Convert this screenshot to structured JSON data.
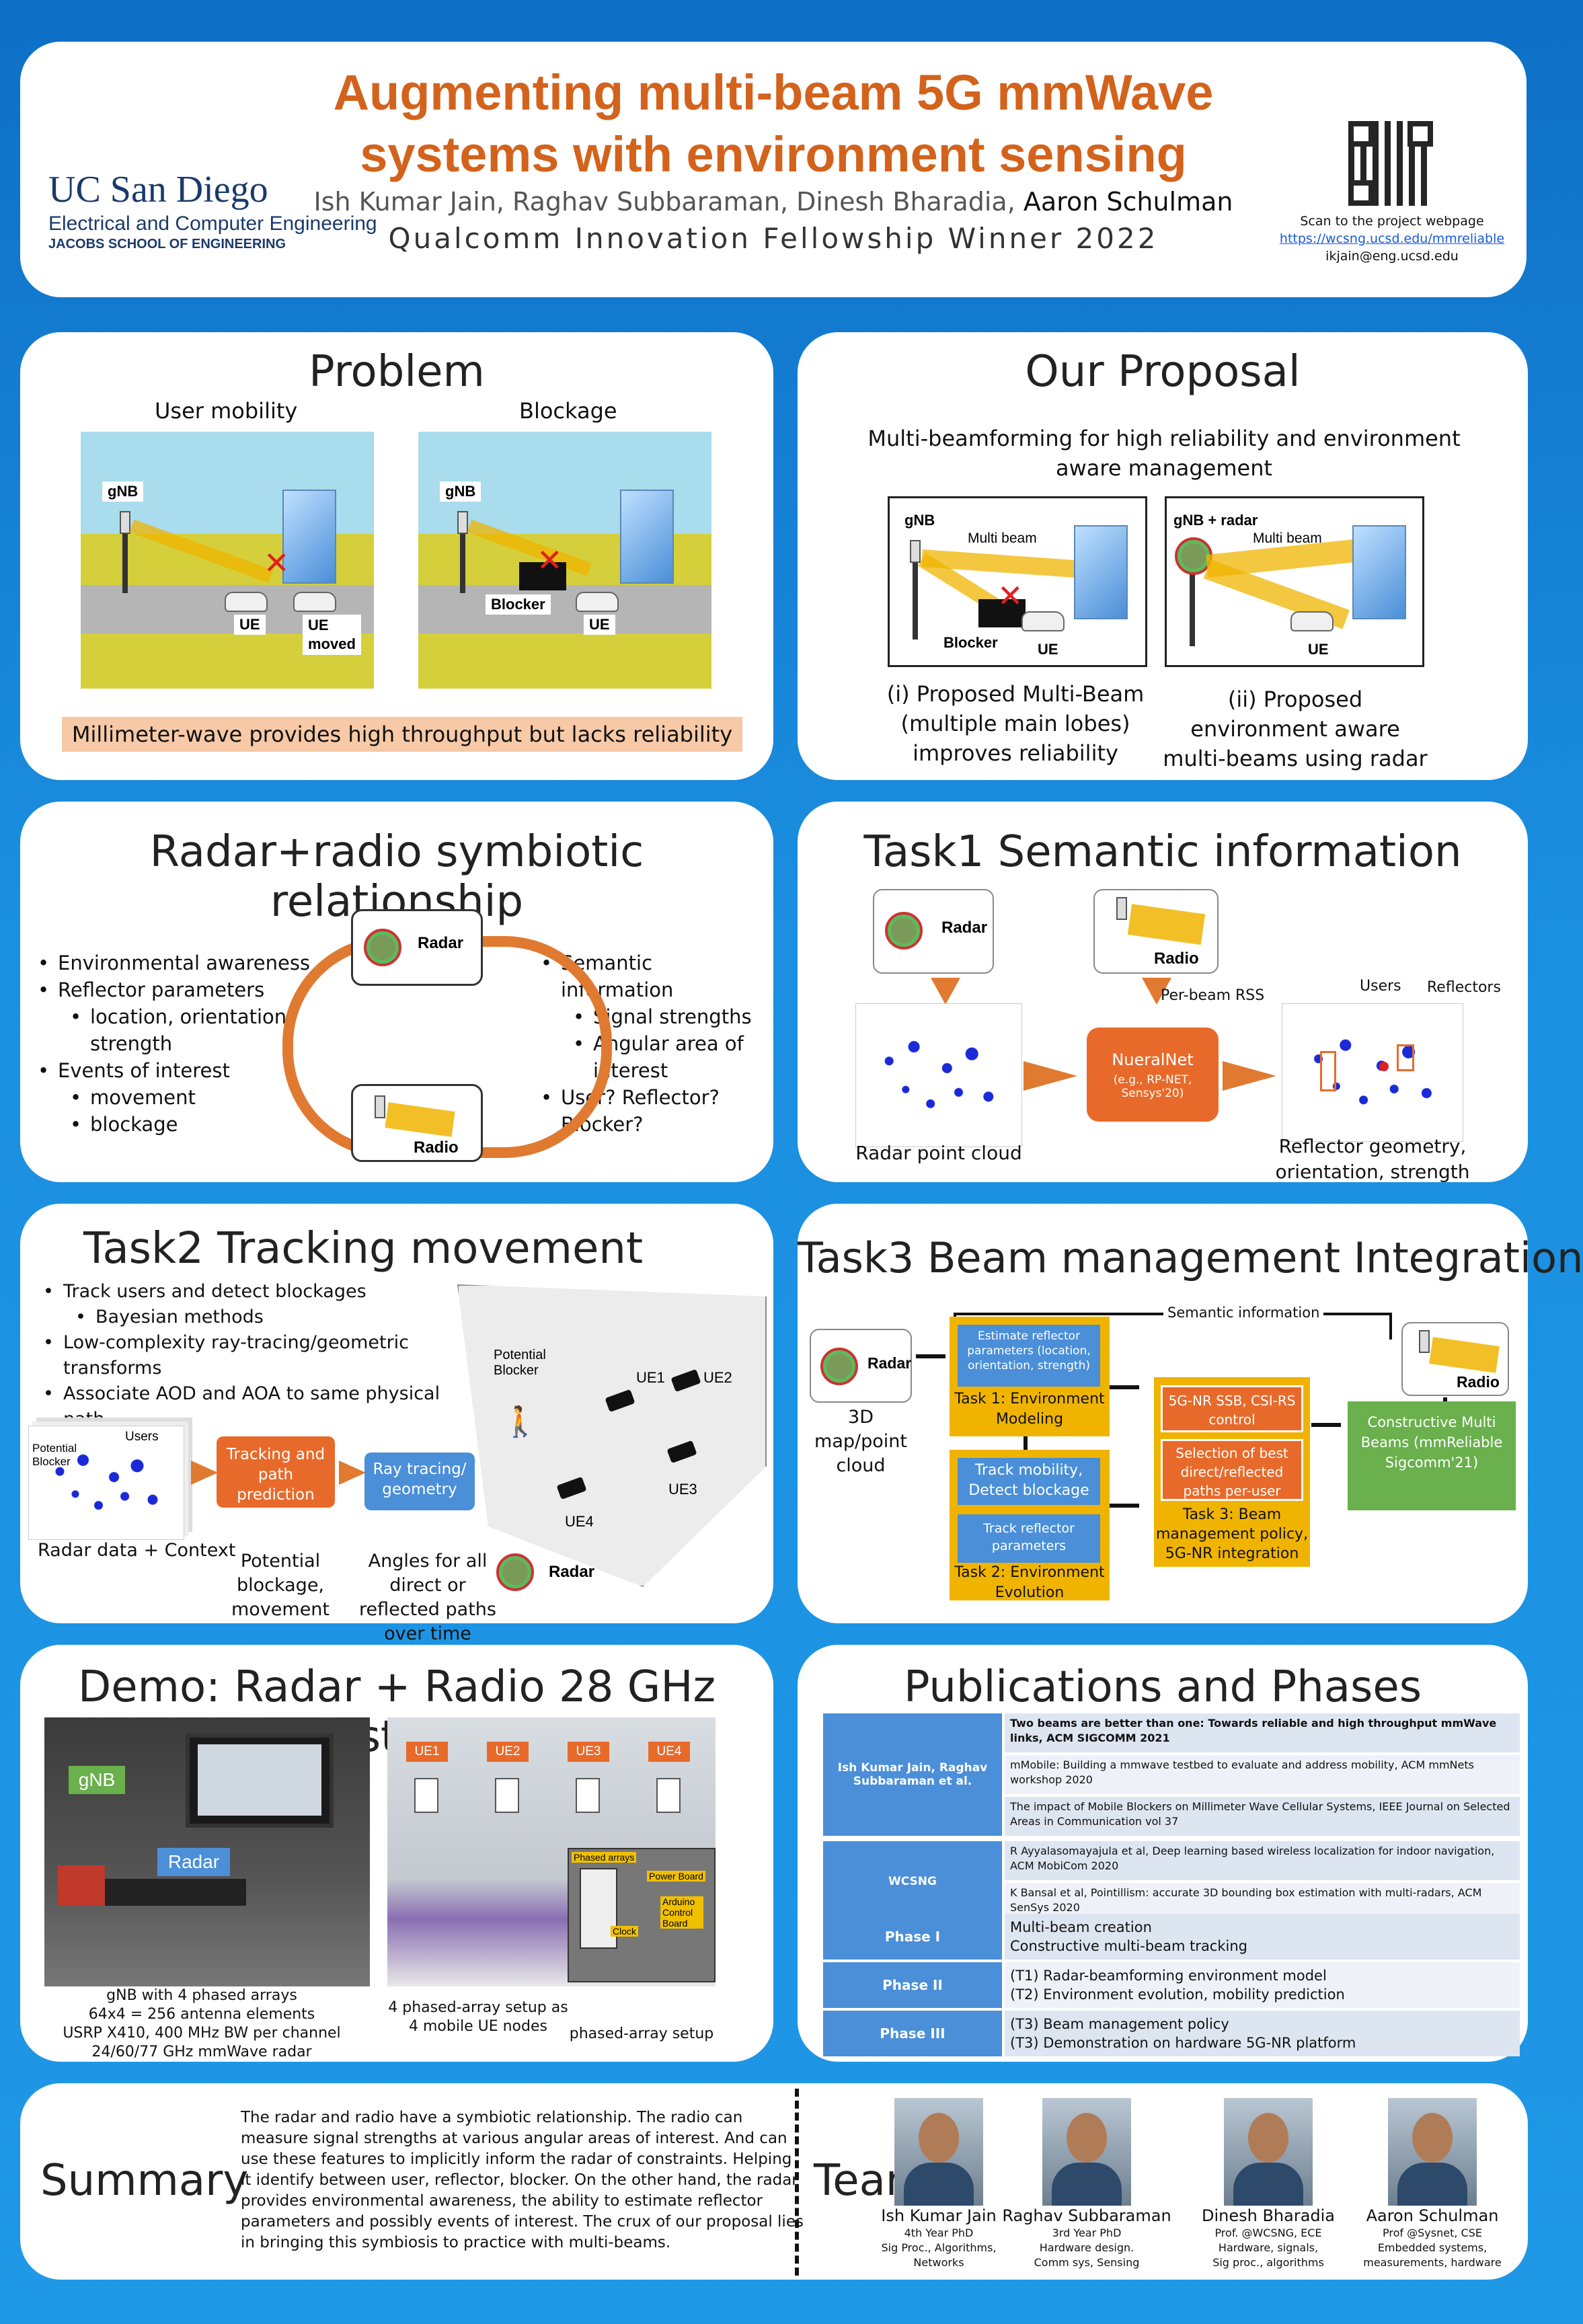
{
  "header": {
    "title_line1": "Augmenting multi-beam 5G mmWave",
    "title_line2": "systems with environment sensing",
    "authors_part": "Ish Kumar Jain, Raghav Subbaraman, Dinesh Bharadia,",
    "authors_last": "Aaron Schulman",
    "fellowship": "Qualcomm Innovation Fellowship Winner 2022",
    "logo_main": "UC San Diego",
    "logo_dept": "Electrical and Computer Engineering",
    "logo_school": "JACOBS SCHOOL OF ENGINEERING",
    "qr_caption": "Scan to the project webpage",
    "qr_url": "https://wcsng.ucsd.edu/mmreliable",
    "qr_email": "ikjain@eng.ucsd.edu"
  },
  "problem": {
    "title": "Problem",
    "left_caption": "User mobility",
    "right_caption": "Blockage",
    "gnb_label": "gNB",
    "ue_label": "UE",
    "ue_moved_label": "UE\nmoved",
    "blocker_label": "Blocker",
    "note": "Millimeter-wave provides high throughput but lacks reliability"
  },
  "proposal": {
    "title": "Our Proposal",
    "subtitle": "Multi-beamforming for high reliability and environment aware management",
    "gnb_label": "gNB",
    "gnb_radar_label": "gNB + radar",
    "multibeam_label": "Multi beam",
    "blocker_label": "Blocker",
    "ue_label": "UE",
    "caption_left": "(i) Proposed Multi-Beam (multiple main lobes) improves reliability",
    "caption_right": "(ii) Proposed environment aware multi-beams using radar"
  },
  "symbiotic": {
    "title": "Radar+radio symbiotic relationship",
    "left_items": [
      {
        "text": "Environmental awareness",
        "sub": false
      },
      {
        "text": "Reflector parameters",
        "sub": false
      },
      {
        "text": "location, orientation, strength",
        "sub": true
      },
      {
        "text": "Events of interest",
        "sub": false
      },
      {
        "text": "movement",
        "sub": true
      },
      {
        "text": "blockage",
        "sub": true
      }
    ],
    "right_items": [
      {
        "text": "Semantic information",
        "sub": false
      },
      {
        "text": "Signal strengths",
        "sub": true
      },
      {
        "text": "Angular area of interest",
        "sub": true
      },
      {
        "text": "User? Reflector? Blocker?",
        "sub": false
      }
    ],
    "radar_label": "Radar",
    "radio_label": "Radio"
  },
  "task1": {
    "title": "Task1 Semantic information",
    "radar_label": "Radar",
    "radio_label": "Radio",
    "rss_label": "Per-beam RSS",
    "nn_title": "NueralNet",
    "nn_sub": "(e.g., RP-NET, Sensys'20)",
    "users_label": "Users",
    "reflectors_label": "Reflectors",
    "cloud_caption": "Radar point cloud",
    "output_caption": "Reflector geometry, orientation, strength"
  },
  "task2": {
    "title": "Task2 Tracking movement",
    "bullets": [
      {
        "text": "Track users and detect blockages",
        "sub": false
      },
      {
        "text": "Bayesian methods",
        "sub": true
      },
      {
        "text": "Low-complexity ray-tracing/geometric transforms",
        "sub": false
      },
      {
        "text": "Associate AOD and AOA to same physical path",
        "sub": false
      }
    ],
    "potential_blocker": "Potential Blocker",
    "users_label": "Users",
    "radar_context": "Radar data + Context",
    "tracking_box": "Tracking and path prediction",
    "raytracing_box": "Ray tracing/ geometry",
    "pred_caption": "Potential blockage, movement",
    "angles_caption": "Angles for all direct or reflected paths over time",
    "ue1": "UE1",
    "ue2": "UE2",
    "ue3": "UE3",
    "ue4": "UE4",
    "radar_label": "Radar"
  },
  "task3": {
    "title": "Task3 Beam management Integration",
    "semantic_label": "Semantic information",
    "radar_label": "Radar",
    "map_caption": "3D map/point cloud",
    "est_box": "Estimate reflector parameters (location, orientation, strength)",
    "env_model": "Task 1: Environment Modeling",
    "track_box": "Track mobility, Detect blockage",
    "track_refl": "Track reflector parameters",
    "env_evol": "Task 2: Environment Evolution",
    "ssb_box": "5G-NR SSB, CSI-RS control",
    "select_box": "Selection of best direct/reflected paths per-user",
    "task3_label": "Task 3: Beam management policy, 5G-NR integration",
    "radio_label": "Radio",
    "cmb_box": "Constructive Multi Beams (mmReliable Sigcomm'21)"
  },
  "demo": {
    "title": "Demo: Radar + Radio 28 GHz testbed",
    "gnb_label": "gNB",
    "radar_label": "Radar",
    "ue1": "UE1",
    "ue2": "UE2",
    "ue3": "UE3",
    "ue4": "UE4",
    "phased_arrays": "Phased arrays",
    "power_board": "Power Board",
    "arduino": "Arduino Control Board",
    "clock": "Clock",
    "left_caption_1": "gNB with 4 phased arrays",
    "left_caption_2": "64x4 = 256 antenna elements",
    "left_caption_3": "USRP X410, 400 MHz BW per channel",
    "left_caption_4": "24/60/77 GHz mmWave radar",
    "mid_caption": "4 phased-array setup as 4 mobile UE nodes",
    "right_caption": "phased-array setup"
  },
  "publications": {
    "title": "Publications and Phases",
    "groups": [
      {
        "author": "Ish Kumar Jain, Raghav Subbaraman et al.",
        "items": [
          {
            "text": "Two beams are better than one: Towards reliable and high throughput mmWave links, ACM SIGCOMM 2021",
            "bold": true
          },
          {
            "text": "mMobile: Building a mmwave testbed to evaluate and address mobility, ACM mmNets workshop 2020",
            "bold": false
          },
          {
            "text": "The impact of Mobile Blockers on Millimeter Wave Cellular Systems, IEEE Journal on Selected Areas in Communication vol 37",
            "bold": false
          }
        ]
      },
      {
        "author": "WCSNG",
        "items": [
          {
            "text": "R Ayyalasomayajula et al, Deep learning based wireless localization for indoor navigation, ACM MobiCom 2020",
            "bold": false
          },
          {
            "text": "K Bansal et al, Pointillism: accurate 3D bounding box estimation with multi-radars, ACM SenSys 2020",
            "bold": false
          }
        ]
      }
    ],
    "phases": [
      {
        "name": "Phase I",
        "lines": [
          "Multi-beam creation",
          "Constructive multi-beam tracking"
        ]
      },
      {
        "name": "Phase II",
        "lines": [
          "(T1) Radar-beamforming environment model",
          "(T2) Environment evolution, mobility prediction"
        ]
      },
      {
        "name": "Phase III",
        "lines": [
          "(T3) Beam management policy",
          "(T3) Demonstration on hardware 5G-NR platform"
        ]
      }
    ]
  },
  "summary": {
    "title": "Summary",
    "text": "The radar and radio have a symbiotic relationship. The radio can measure signal strengths at various angular areas of interest. And can use these features to implicitly inform the radar of constraints. Helping it identify between user, reflector, blocker.  On the other hand, the radar provides environmental awareness, the ability to estimate reflector parameters and possibly events of interest.  The crux of our proposal lies in bringing this symbiosis to practice with multi-beams."
  },
  "team": {
    "title": "Team",
    "members": [
      {
        "name": "Ish Kumar Jain",
        "l1": "4th Year PhD",
        "l2": "Sig Proc., Algorithms,",
        "l3": "Networks"
      },
      {
        "name": "Raghav Subbaraman",
        "l1": "3rd Year PhD",
        "l2": "Hardware design.",
        "l3": "Comm sys, Sensing"
      },
      {
        "name": "Dinesh Bharadia",
        "l1": "Prof. @WCSNG, ECE",
        "l2": "Hardware, signals,",
        "l3": "Sig proc., algorithms"
      },
      {
        "name": "Aaron Schulman",
        "l1": "Prof @Sysnet, CSE",
        "l2": "Embedded systems,",
        "l3": "measurements, hardware"
      }
    ]
  },
  "colors": {
    "title_orange": "#d3631c",
    "blue_bg": "#1a8ae0",
    "orange_box": "#e86a2a",
    "blue_box": "#4a8fd8",
    "yellow_box": "#f0b400",
    "green_box": "#6ab04c"
  }
}
